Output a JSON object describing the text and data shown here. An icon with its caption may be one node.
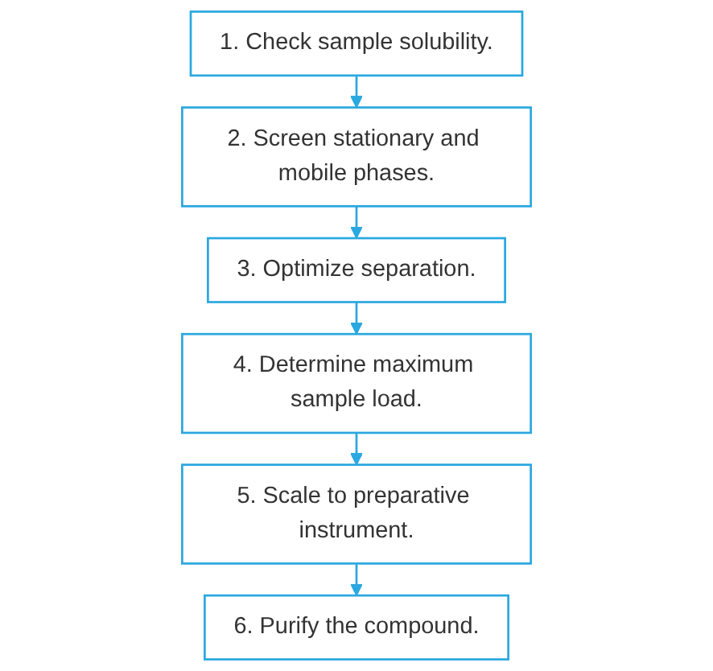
{
  "diagram": {
    "nodes": [
      {
        "text": [
          "1. Check sample solubility."
        ]
      },
      {
        "text": [
          "2. Screen stationary and mobile phases."
        ]
      },
      {
        "text": [
          "3. Optimize separation."
        ]
      },
      {
        "text": [
          "4. Determine maximum sample load."
        ]
      },
      {
        "text": [
          "5. Scale to preparative instrument."
        ]
      },
      {
        "text": [
          "6. Purify the compound."
        ]
      }
    ],
    "edges": [
      {
        "from": 0,
        "to": 1,
        "arrow": "to"
      },
      {
        "from": 1,
        "to": 2,
        "arrow": "to"
      },
      {
        "from": 2,
        "to": 3,
        "arrow": "to"
      },
      {
        "from": 3,
        "to": 4,
        "arrow": "to"
      },
      {
        "from": 4,
        "to": 5,
        "arrow": "to"
      }
    ]
  }
}
